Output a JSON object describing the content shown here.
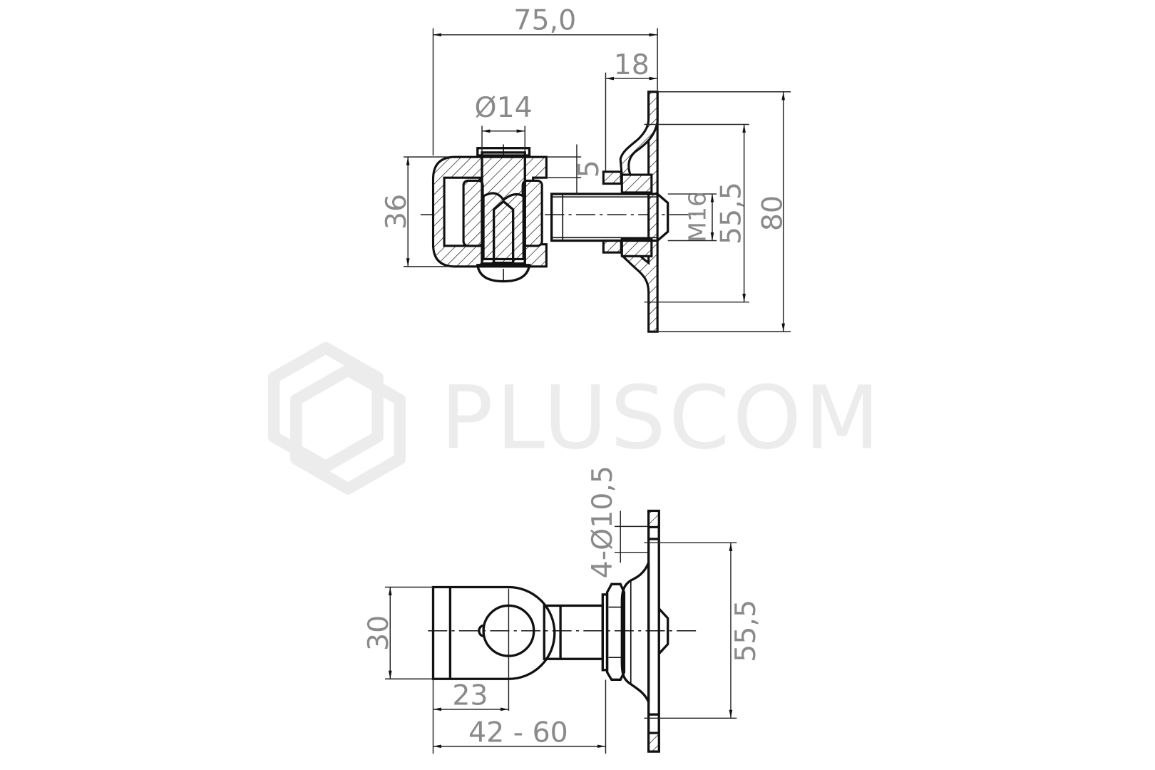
{
  "drawing": {
    "watermark": "PLUSCOM",
    "top_view": {
      "dims": {
        "overall_length": "75,0",
        "plate_depth": "18",
        "pin_diameter": "Ø14",
        "offset": "5",
        "eye_height": "36",
        "thread": "M16",
        "hole_spacing": "55,5",
        "plate_height": "80"
      }
    },
    "side_view": {
      "dims": {
        "holes": "4-Ø10,5",
        "eye_height": "30",
        "eye_center": "23",
        "adjust_range": "42 - 60",
        "hole_spacing": "55,5"
      }
    }
  }
}
